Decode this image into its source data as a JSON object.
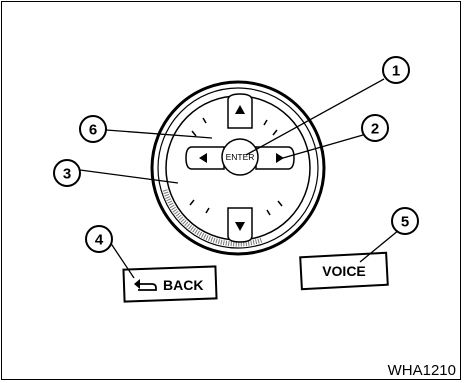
{
  "figure_code": "WHA1210",
  "controller": {
    "enter_label": "ENTER",
    "back_label": "BACK",
    "voice_label": "VOICE"
  },
  "callouts": [
    "1",
    "2",
    "3",
    "4",
    "5",
    "6"
  ],
  "icons": {
    "up": "triangle-up-icon",
    "down": "triangle-down-icon",
    "left": "triangle-left-icon",
    "right": "triangle-right-icon",
    "back": "back-arrow-icon"
  }
}
